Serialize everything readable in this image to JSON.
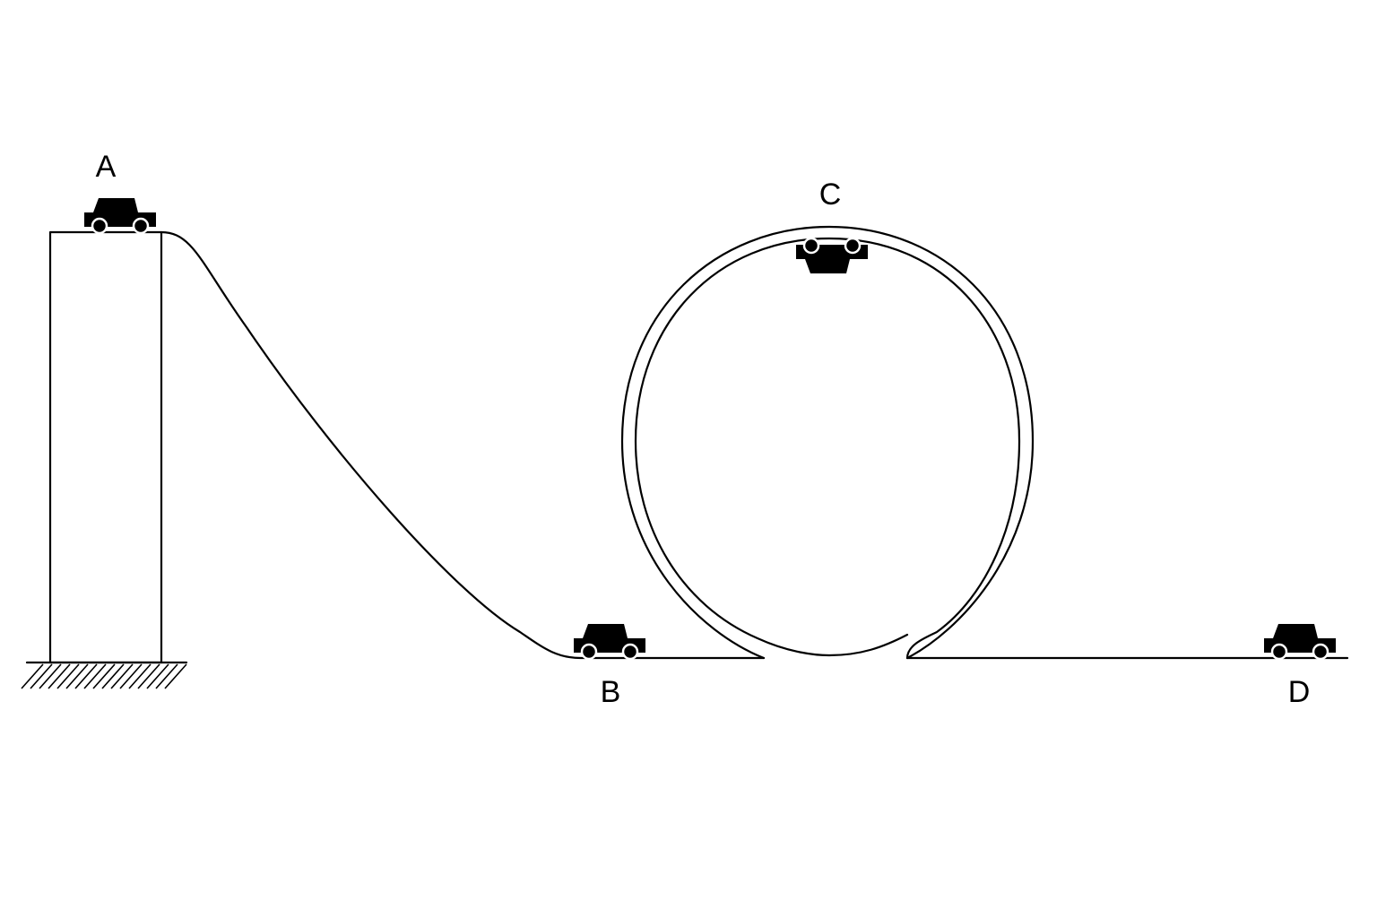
{
  "diagram": {
    "colors": {
      "line": "#000000",
      "background": "#ffffff"
    },
    "points": [
      {
        "id": "A",
        "label": "A"
      },
      {
        "id": "B",
        "label": "B"
      },
      {
        "id": "C",
        "label": "C"
      },
      {
        "id": "D",
        "label": "D"
      }
    ],
    "cars": [
      {
        "at": "A",
        "icon": "car-icon",
        "orientation": "upright"
      },
      {
        "at": "B",
        "icon": "car-icon",
        "orientation": "upright"
      },
      {
        "at": "C",
        "icon": "car-icon",
        "orientation": "inverted"
      },
      {
        "at": "D",
        "icon": "car-icon",
        "orientation": "upright"
      }
    ],
    "ground_icon": "hatched-ground-icon"
  }
}
